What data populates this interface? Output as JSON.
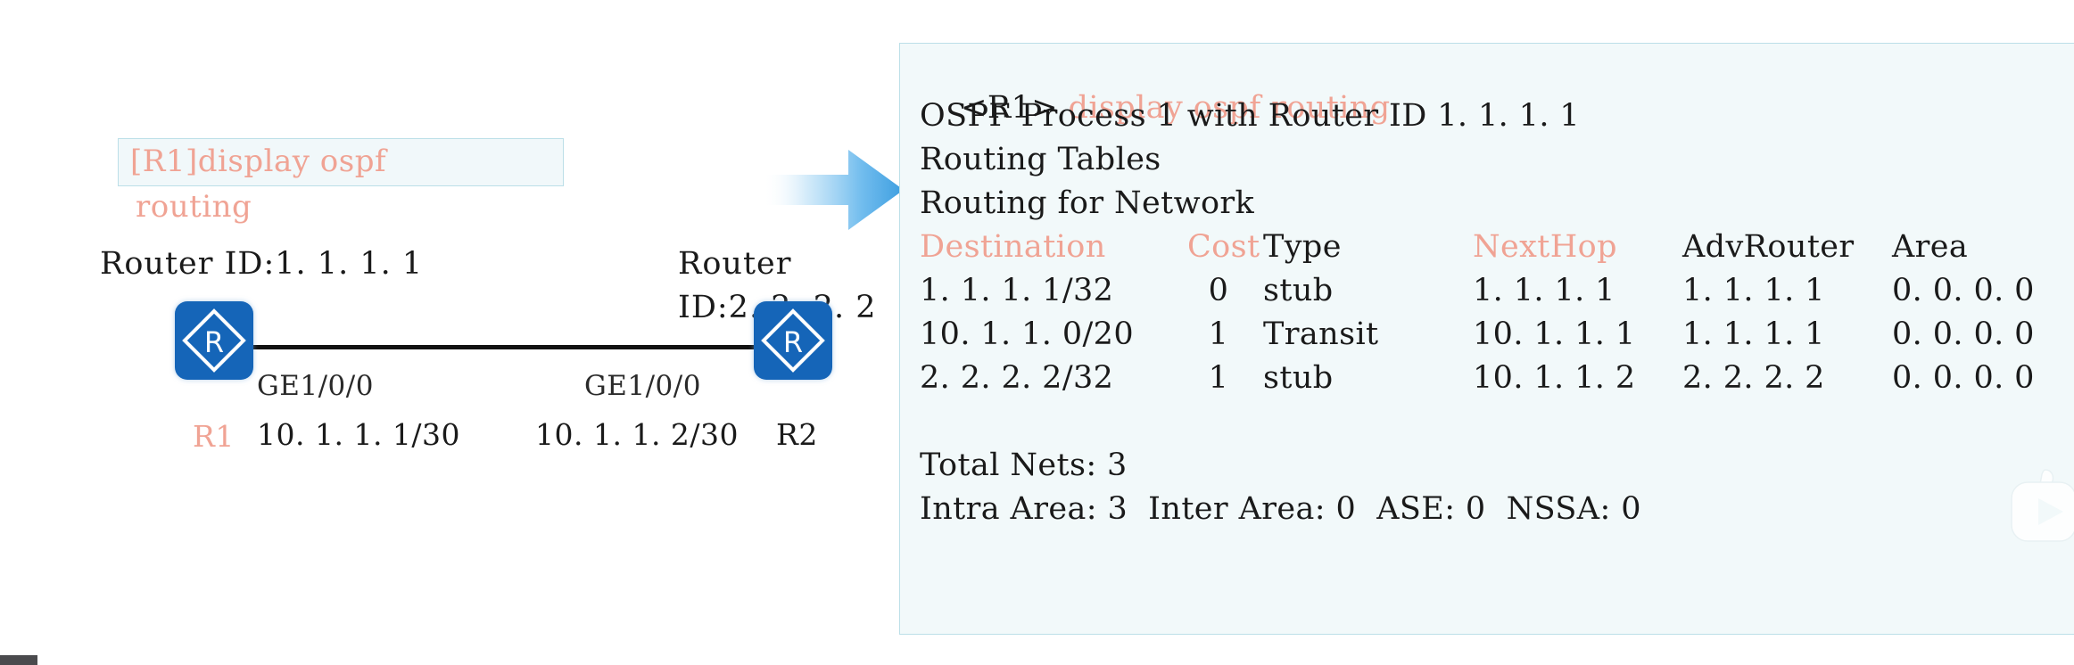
{
  "diagram": {
    "command_box": {
      "line1": "[R1]display ospf",
      "line2": "routing"
    },
    "router_left": {
      "router_id_label": "Router ID:1. 1. 1. 1",
      "name": "R1",
      "interface": "GE1/0/0",
      "ip": "10. 1. 1. 1/30",
      "icon": "router-icon"
    },
    "router_right": {
      "router_id_label_line1": "Router",
      "router_id_label_line2": "ID:2. 2. 2. 2",
      "name": "R2",
      "interface": "GE1/0/0",
      "ip": "10. 1. 1. 2/30",
      "icon": "router-icon"
    },
    "arrow": "right-arrow-icon"
  },
  "terminal": {
    "prompt": "<R1>",
    "command": "display ospf routing",
    "lines": [
      "OSPF Process 1 with Router ID 1. 1. 1. 1",
      "Routing Tables",
      "Routing for Network"
    ],
    "table": {
      "headers": {
        "destination": "Destination",
        "cost": "Cost",
        "type": "Type",
        "nexthop": "NextHop",
        "advrouter": "AdvRouter",
        "area": "Area"
      },
      "rows": [
        {
          "destination": "1. 1. 1. 1/32",
          "cost": "0",
          "type": "stub",
          "nexthop": "1. 1. 1. 1",
          "advrouter": "1. 1. 1. 1",
          "area": "0. 0. 0. 0"
        },
        {
          "destination": "10. 1. 1. 0/20",
          "cost": "1",
          "type": "Transit",
          "nexthop": "10. 1. 1. 1",
          "advrouter": "1. 1. 1. 1",
          "area": "0. 0. 0. 0"
        },
        {
          "destination": "2. 2. 2. 2/32",
          "cost": "1",
          "type": "stub",
          "nexthop": "10. 1. 1. 2",
          "advrouter": "2. 2. 2. 2",
          "area": "0. 0. 0. 0"
        }
      ]
    },
    "summary": {
      "total_nets": "Total Nets: 3",
      "areas": "Intra Area: 3  Inter Area: 0  ASE: 0  NSSA: 0"
    },
    "watermark": "play-button-icon"
  },
  "colors": {
    "accent_red": "#f0a394",
    "router_blue": "#1565b8",
    "panel_bg": "#f2f9fa",
    "panel_border": "#bcdfe8",
    "text": "#1a1a1a"
  }
}
